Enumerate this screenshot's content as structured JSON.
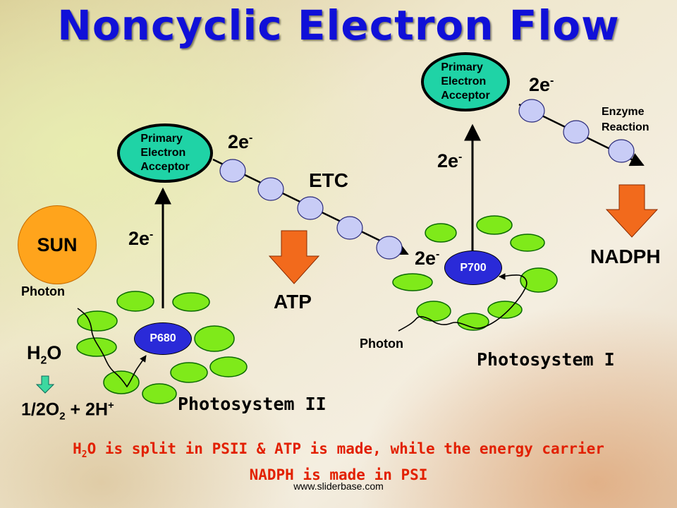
{
  "title": "Noncyclic Electron Flow",
  "sun_label": "SUN",
  "photon_label": "Photon",
  "psii": {
    "reaction_center": "P680",
    "acceptor_text": "Primary\nElectron\nAcceptor",
    "name": "Photosystem II"
  },
  "psi": {
    "reaction_center": "P700",
    "acceptor_text": "Primary\nElectron\nAcceptor",
    "name": "Photosystem I"
  },
  "electron_base": "2e",
  "electron_sup": "-",
  "etc_label": "ETC",
  "atp_label": "ATP",
  "nadph_label": "NADPH",
  "enzyme_text": "Enzyme\nReaction",
  "water": {
    "h": "H",
    "sub": "2",
    "o": "O"
  },
  "split_products": {
    "prefix": "1/2O",
    "sub": "2",
    "middle": " + 2H",
    "sup": "+"
  },
  "caption": {
    "part1_h": "H",
    "part1_sub": "2",
    "part1_rest": "O is split in PSII & ATP is made, while the energy carrier",
    "line2": "NADPH is made in PSI"
  },
  "footer": "www.sliderbase.com",
  "colors": {
    "title": "#1010d8",
    "acceptor": "#1fd3a6",
    "reaction_center": "#2a2ad8",
    "antenna": "#7fea1a",
    "carrier": "#c8ccf6",
    "arrow_fill": "#f26a1c",
    "sun": "#ffa41c",
    "caption": "#e22000"
  }
}
